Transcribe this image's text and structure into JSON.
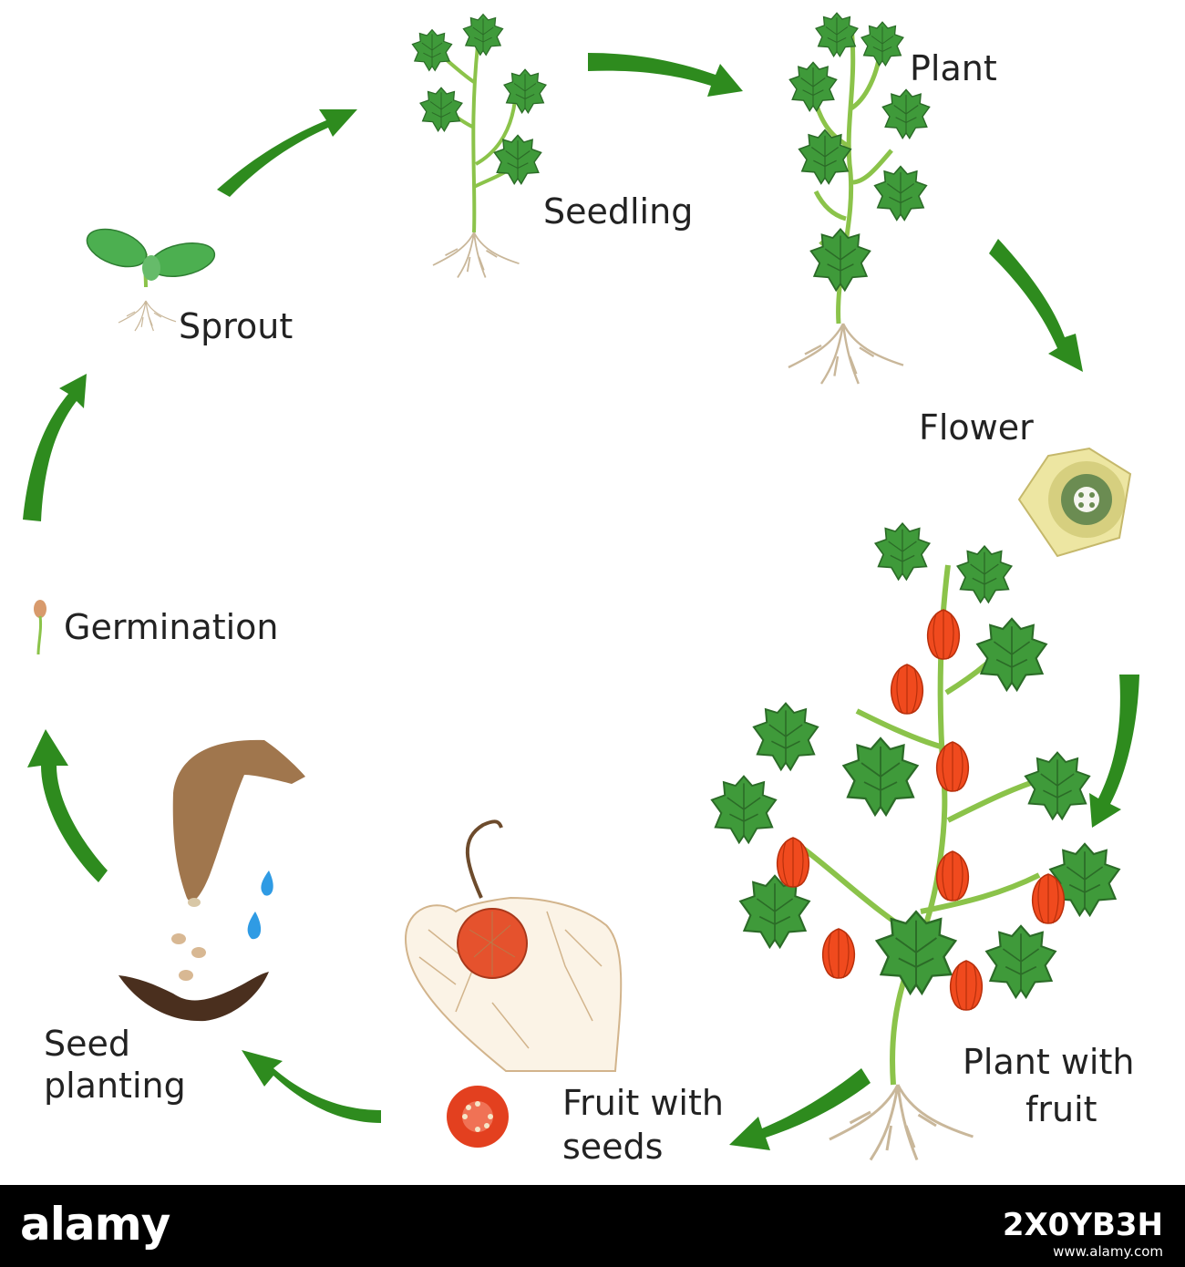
{
  "stages": {
    "sprout": "Sprout",
    "seedling": "Seedling",
    "plant": "Plant",
    "flower": "Flower",
    "plant_with_fruit_1": "Plant with",
    "plant_with_fruit_2": "fruit",
    "fruit_with_seeds_1": "Fruit with",
    "fruit_with_seeds_2": "seeds",
    "seed_planting_1": "Seed",
    "seed_planting_2": "planting",
    "germination": "Germination"
  },
  "footer": {
    "brand": "alamy",
    "image_id": "2X0YB3H",
    "url": "www.alamy.com"
  },
  "colors": {
    "arrow": "#2e8b1e",
    "leaf": "#3f9a3a",
    "leaf_dark": "#2b6b27",
    "lantern": "#f04a1e",
    "flower": "#ede6a2",
    "hand": "#a0764d",
    "water": "#2f9be4",
    "soil": "#4a2f1e",
    "root": "#c9b79a"
  }
}
